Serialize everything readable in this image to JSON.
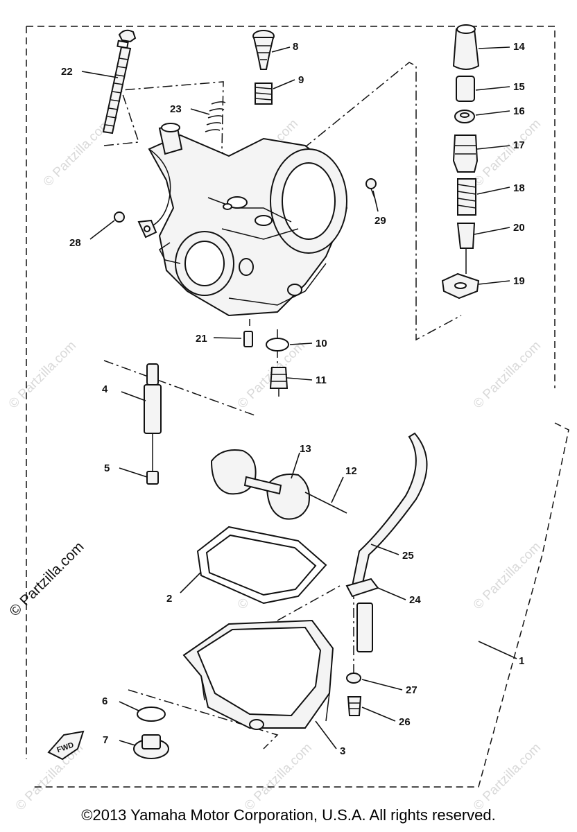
{
  "watermark": {
    "text": "© Partzilla.com",
    "side_text": "© Partzilla.com"
  },
  "callouts": [
    "1",
    "2",
    "3",
    "4",
    "5",
    "6",
    "7",
    "8",
    "9",
    "10",
    "11",
    "12",
    "13",
    "14",
    "15",
    "16",
    "17",
    "18",
    "19",
    "20",
    "21",
    "22",
    "23",
    "24",
    "25",
    "26",
    "27",
    "28",
    "29"
  ],
  "fwd_label": "FWD",
  "footer": {
    "copyright": "©2013  Yamaha Motor Corporation, U.S.A. All rights reserved."
  }
}
